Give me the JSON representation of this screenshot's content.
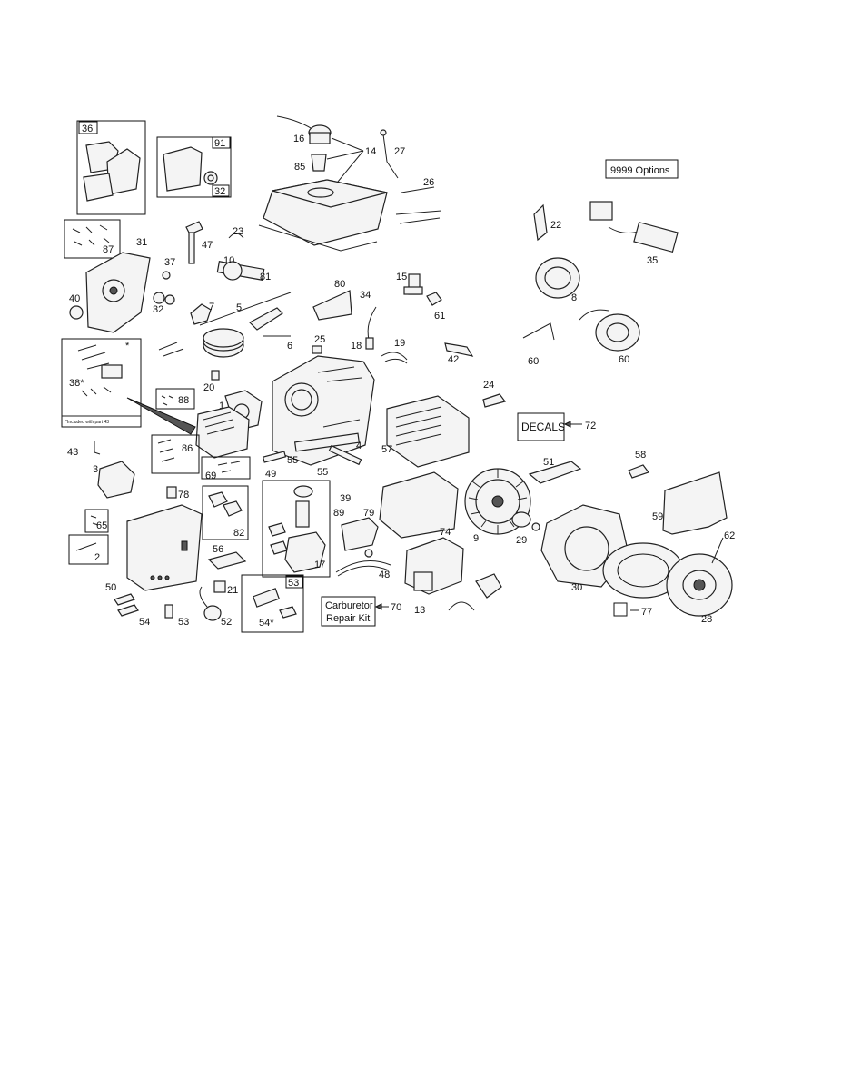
{
  "diagram": {
    "callouts": {
      "c1": "1",
      "c2": "2",
      "c3": "3",
      "c4": "4",
      "c5": "5",
      "c6": "6",
      "c7": "7",
      "c8": "8",
      "c9": "9",
      "c10": "10",
      "c13": "13",
      "c14": "14",
      "c15": "15",
      "c16": "16",
      "c17": "17",
      "c18": "18",
      "c19": "19",
      "c20": "20",
      "c21": "21",
      "c22": "22",
      "c23": "23",
      "c24": "24",
      "c25": "25",
      "c26": "26",
      "c27": "27",
      "c28": "28",
      "c29": "29",
      "c30": "30",
      "c31": "31",
      "c32a": "32",
      "c32b": "32",
      "c34": "34",
      "c35": "35",
      "c36": "36",
      "c37": "37",
      "c38": "38*",
      "c39": "39",
      "c40": "40",
      "c42": "42",
      "c43": "43",
      "c47": "47",
      "c48": "48",
      "c49": "49",
      "c50": "50",
      "c51": "51",
      "c52": "52",
      "c53a": "53",
      "c53b": "53",
      "c54a": "54",
      "c54b": "54*",
      "c55a": "55",
      "c55b": "55",
      "c56": "56",
      "c57": "57",
      "c58": "58",
      "c59": "59",
      "c60a": "60",
      "c60b": "60",
      "c61": "61",
      "c62": "62",
      "c65": "65",
      "c69": "69",
      "c70": "70",
      "c72": "72",
      "c74": "74",
      "c77": "77",
      "c78": "78",
      "c79": "79",
      "c80": "80",
      "c81": "81",
      "c82": "82",
      "c85": "85",
      "c86": "86",
      "c87": "87",
      "c88": "88",
      "c89": "89",
      "c91": "91"
    },
    "boxes": {
      "options": "9999 Options",
      "decals": "DECALS",
      "carb_kit_line1": "Carburetor",
      "carb_kit_line2": "Repair Kit",
      "included_note": "*Included with part 43",
      "asterisk": "*"
    }
  }
}
